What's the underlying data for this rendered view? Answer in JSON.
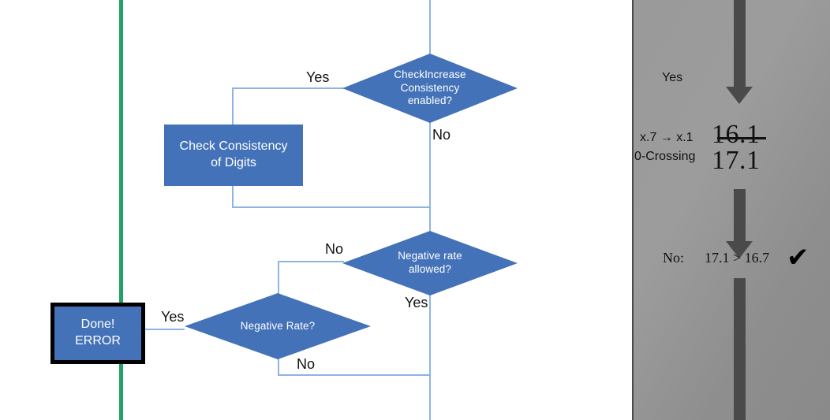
{
  "colors": {
    "flow_fill": "#4472b8",
    "connector": "#8eb4e3",
    "green_divider": "#21a366",
    "panel_bg": "#999999",
    "panel_arrow": "#4a4a4a",
    "text_on_fill": "#ffffff",
    "text_dark": "#111111"
  },
  "flowchart": {
    "decision_check_increase": {
      "name": "CheckIncrease Consistency enabled?",
      "line1": "CheckIncrease",
      "line2": "Consistency",
      "line3": "enabled?",
      "branch_yes": "Yes",
      "branch_no": "No"
    },
    "process_check_consistency": {
      "line1": "Check Consistency",
      "line2": "of Digits"
    },
    "decision_negative_allowed": {
      "line1": "Negative rate",
      "line2": "allowed?",
      "branch_no": "No",
      "branch_yes": "Yes"
    },
    "decision_negative_rate": {
      "line1": "Negative Rate?",
      "branch_yes": "Yes",
      "branch_no": "No"
    },
    "terminator_error": {
      "line1": "Done!",
      "line2": "ERROR"
    }
  },
  "panel": {
    "label_yes": "Yes",
    "row_rounding": {
      "label": "x.7 → x.1",
      "value": "16.1"
    },
    "row_zero_crossing": {
      "label": "0-Crossing",
      "value": "17.1"
    },
    "row_compare": {
      "label": "No:",
      "expression": "17.1 > 16.7",
      "mark": "✔"
    }
  }
}
